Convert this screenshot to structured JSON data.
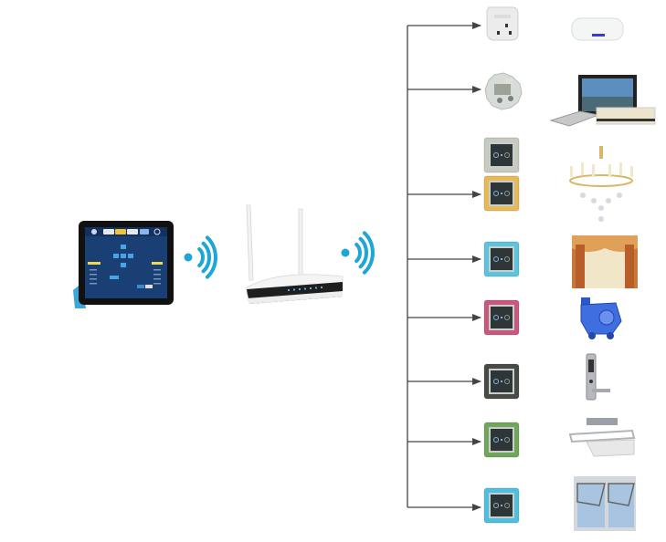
{
  "diagram": {
    "title": "Smart home wireless control system",
    "colors": {
      "wifi": "#1ea6d4",
      "connector": "#444444",
      "background": "#ffffff"
    },
    "controller": {
      "label": "Tablet controller",
      "icon": "tablet-icon"
    },
    "gateway": {
      "label": "Wireless router",
      "icon": "router-icon"
    },
    "signals": [
      {
        "from": "controller",
        "to": "gateway",
        "icon": "wifi-signal-icon"
      },
      {
        "from": "gateway",
        "to": "devices",
        "icon": "wifi-signal-icon"
      }
    ],
    "rows": [
      {
        "module": "Smart socket",
        "module_style": "plug",
        "appliance": "Water heater",
        "branched": true
      },
      {
        "module": "Infrared transponder",
        "module_style": "ir",
        "appliance": "TV, DVD player & air conditioner",
        "branched": true
      },
      {
        "module": "Silver dimmer panel",
        "module_style": "panel",
        "panel_color": "#c9cabf",
        "appliance": "",
        "branched": false
      },
      {
        "module": "Gold light switch panel",
        "module_style": "panel",
        "panel_color": "#e9b955",
        "appliance": "Chandelier",
        "branched": true
      },
      {
        "module": "Blue curtain switch panel",
        "module_style": "panel",
        "panel_color": "#5cc4dc",
        "appliance": "Curtains",
        "branched": true
      },
      {
        "module": "Pink switch panel",
        "module_style": "panel",
        "panel_color": "#c9587c",
        "appliance": "Ventilation fan",
        "branched": true
      },
      {
        "module": "Dark grey switch panel",
        "module_style": "panel",
        "panel_color": "#4a4a44",
        "appliance": "Electronic door lock",
        "branched": true
      },
      {
        "module": "Green switch panel",
        "module_style": "panel",
        "panel_color": "#6fa65a",
        "appliance": "Electric clothes drying rack",
        "branched": true
      },
      {
        "module": "Light blue switch panel",
        "module_style": "panel",
        "panel_color": "#4fbfe0",
        "appliance": "Motorised window",
        "branched": true
      }
    ]
  }
}
